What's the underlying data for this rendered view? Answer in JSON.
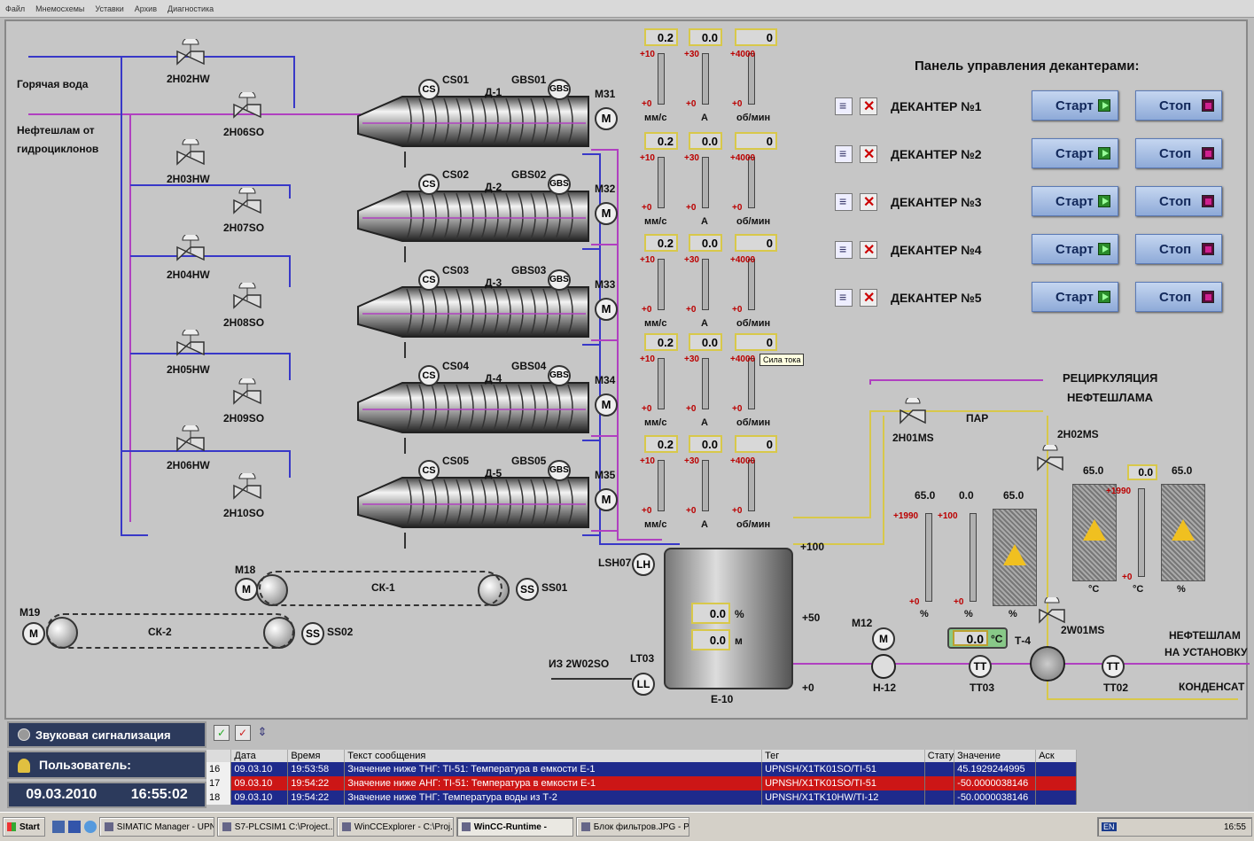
{
  "menu": [
    "Файл",
    "Мнемосхемы",
    "Уставки",
    "Архив",
    "Диагностика"
  ],
  "labels": {
    "hot_water": "Горячая вода",
    "sludge_in_1": "Нефтешлам от",
    "sludge_in_2": "гидроциклонов",
    "recirc_1": "РЕЦИРКУЛЯЦИЯ",
    "recirc_2": "НЕФТЕШЛАМА",
    "steam": "ПАР",
    "out_1": "НЕФТЕШЛАМ",
    "out_2": "НА УСТАНОВКУ",
    "condensate": "КОНДЕНСАТ",
    "from": "ИЗ 2W02SO",
    "tank": "Е-10",
    "pump": "Н-12",
    "hx": "Т-4"
  },
  "valves_hw": [
    "2H02HW",
    "2H03HW",
    "2H04HW",
    "2H05HW",
    "2H06HW"
  ],
  "valves_so": [
    "2H06SO",
    "2H07SO",
    "2H08SO",
    "2H09SO",
    "2H10SO"
  ],
  "decanters": [
    {
      "name": "Д-1",
      "cs": "CS01",
      "gbs": "GBS01",
      "motor": "M31",
      "v1": "0.2",
      "v2": "0.0",
      "v3": "0"
    },
    {
      "name": "Д-2",
      "cs": "CS02",
      "gbs": "GBS02",
      "motor": "M32",
      "v1": "0.2",
      "v2": "0.0",
      "v3": "0"
    },
    {
      "name": "Д-3",
      "cs": "CS03",
      "gbs": "GBS03",
      "motor": "M33",
      "v1": "0.2",
      "v2": "0.0",
      "v3": "0"
    },
    {
      "name": "Д-4",
      "cs": "CS04",
      "gbs": "GBS04",
      "motor": "M34",
      "v1": "0.2",
      "v2": "0.0",
      "v3": "0"
    },
    {
      "name": "Д-5",
      "cs": "CS05",
      "gbs": "GBS05",
      "motor": "M35",
      "v1": "0.2",
      "v2": "0.0",
      "v3": "0"
    }
  ],
  "gauges": {
    "top": [
      "+10",
      "+30",
      "+4000"
    ],
    "bottom": [
      "+0",
      "+0",
      "+0"
    ],
    "units": [
      "мм/с",
      "А",
      "об/мин"
    ]
  },
  "tooltip": "Сила тока",
  "conveyors": {
    "ck1": "СК-1",
    "ck2": "СК-2",
    "m18": "M18",
    "m19": "M19",
    "ss01": "SS01",
    "ss02": "SS02"
  },
  "tank": {
    "level": "0.0",
    "level_unit": "%",
    "height": "0.0",
    "height_unit": "м",
    "lsh": "LSH07",
    "lt": "LT03",
    "scale": [
      "+100",
      "+50",
      "+0"
    ]
  },
  "panel": {
    "title": "Панель управления декантерами:",
    "start": "Старт",
    "stop": "Стоп",
    "rows": [
      "ДЕКАНТЕР №1",
      "ДЕКАНТЕР №2",
      "ДЕКАНТЕР №3",
      "ДЕКАНТЕР №4",
      "ДЕКАНТЕР №5"
    ]
  },
  "heat": {
    "v2h01": "2H01MS",
    "v2h02": "2H02MS",
    "v2w01": "2W01MS",
    "m12": "M12",
    "tt03": "TT03",
    "tt02": "TT02",
    "temp": "0.0",
    "temp_unit": "°С",
    "g1": {
      "val": "65.0",
      "top": "+1990",
      "bot": "+0",
      "unit": "%"
    },
    "g2": {
      "val": "0.0",
      "top": "+100",
      "bot": "+0",
      "unit": "%"
    },
    "g3": {
      "val": "65.0",
      "unit": "%"
    },
    "g4": {
      "val": "65.0",
      "unit": "°C"
    },
    "g5": {
      "val": "0.0",
      "top": "+1990",
      "bot": "+0",
      "unit": "°C"
    },
    "g6": {
      "val": "65.0",
      "unit": "%"
    }
  },
  "bottom": {
    "sound": "Звуковая сигнализация",
    "user": "Пользователь:",
    "date": "09.03.2010",
    "time": "16:55:02"
  },
  "alarms": {
    "headers": [
      "",
      "Дата",
      "Время",
      "Текст сообщения",
      "Тег",
      "Стату",
      "Значение",
      "Аск"
    ],
    "rows": [
      {
        "n": "16",
        "date": "09.03.10",
        "time": "19:53:58",
        "text": "Значение ниже ТНГ: TI-51: Температура в емкости Е-1",
        "tag": "UPNSH/X1TK01SO/TI-51",
        "value": "45.1929244995"
      },
      {
        "n": "17",
        "date": "09.03.10",
        "time": "19:54:22",
        "text": "Значение ниже АНГ: TI-51: Температура в емкости Е-1",
        "tag": "UPNSH/X1TK01SO/TI-51",
        "value": "-50.0000038146"
      },
      {
        "n": "18",
        "date": "09.03.10",
        "time": "19:54:22",
        "text": "Значение ниже ТНГ: Температура воды из Т-2",
        "tag": "UPNSH/X1TK10HW/TI-12",
        "value": "-50.0000038146"
      }
    ]
  },
  "taskbar": {
    "start": "Start",
    "items": [
      "SIMATIC Manager - UPNSH",
      "S7-PLCSIM1   C:\\Project...",
      "WinCCExplorer - C:\\Proj...",
      "WinCC-Runtime -",
      "Блок фильтров.JPG - P..."
    ],
    "lang": "EN",
    "clock": "16:55"
  }
}
